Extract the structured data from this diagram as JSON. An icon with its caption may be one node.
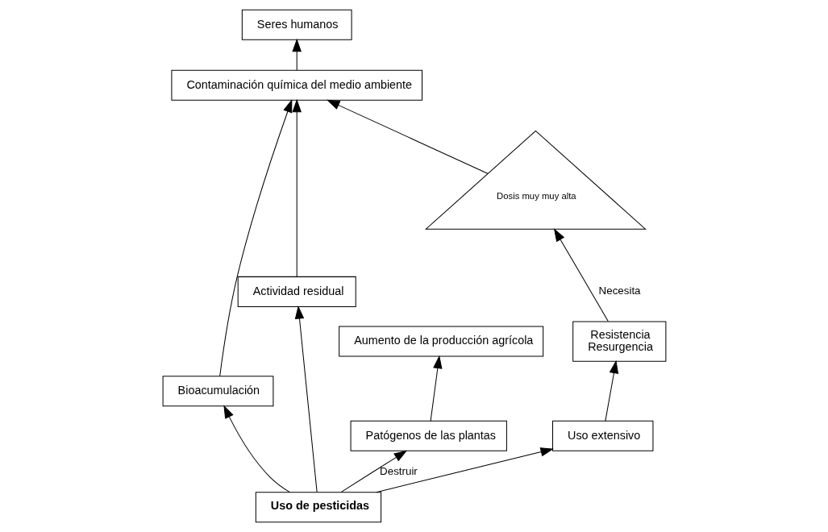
{
  "diagram": {
    "nodes": [
      {
        "text": [
          "Seres humanos"
        ]
      },
      {
        "text": [
          "Contaminación química del medio ambiente"
        ]
      },
      {
        "text": [
          "Aumento de la producción agrícola"
        ]
      },
      {
        "text": [
          "Bioacumulación"
        ]
      },
      {
        "text": [
          "Actividad residual"
        ]
      },
      {
        "text": [
          "Patógenos de las plantas"
        ]
      },
      {
        "text": [
          "Uso de pesticidas"
        ]
      },
      {
        "text": [
          "Uso extensivo"
        ]
      },
      {
        "text": [
          "Resistencia",
          "Resurgencia"
        ]
      },
      {
        "text": [
          "Dosis muy muy alta"
        ]
      }
    ],
    "edges": [
      {
        "from": 1,
        "to": 0,
        "arrow": "to"
      },
      {
        "from": 3,
        "to": 1,
        "arrow": "to"
      },
      {
        "from": 4,
        "to": 1,
        "arrow": "to"
      },
      {
        "from": 5,
        "to": 2,
        "arrow": "to"
      },
      {
        "from": 6,
        "to": 3,
        "arrow": "to"
      },
      {
        "from": 6,
        "to": 4,
        "arrow": "to"
      },
      {
        "from": 6,
        "to": 5,
        "label": "Destruir",
        "arrow": "to"
      },
      {
        "from": 6,
        "to": 7,
        "arrow": "to"
      },
      {
        "from": 7,
        "to": 8,
        "arrow": "to"
      },
      {
        "from": 8,
        "to": 9,
        "label": "Necesita",
        "arrow": "to"
      },
      {
        "from": 9,
        "to": 1,
        "arrow": "to"
      }
    ]
  }
}
